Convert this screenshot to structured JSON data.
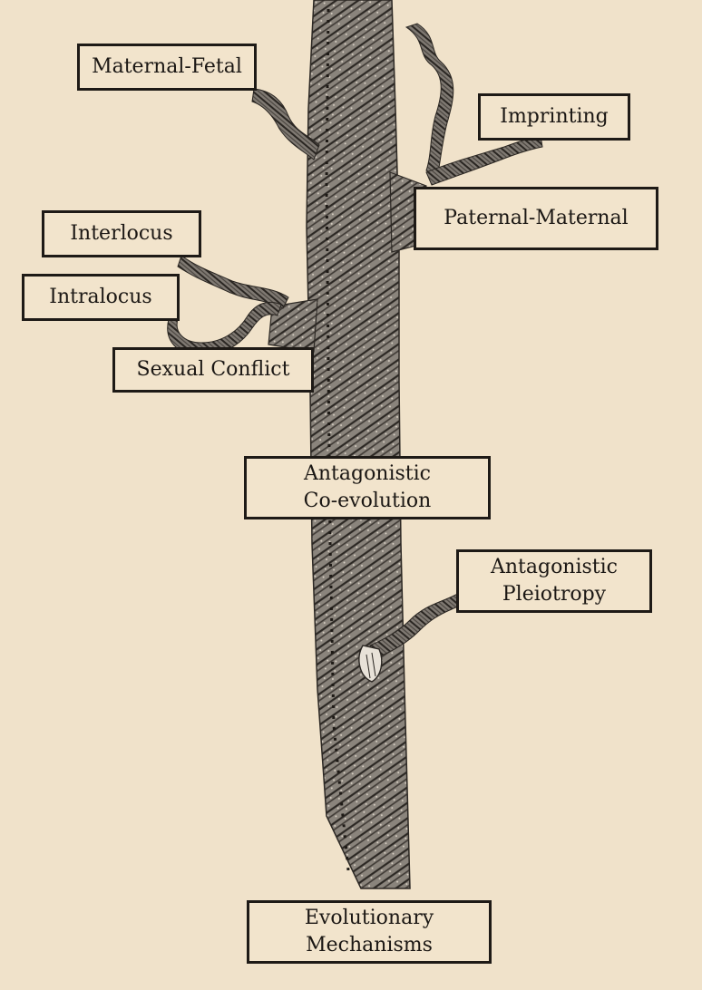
{
  "diagram": {
    "background_color": "#f0e2ca",
    "rope_color": "#4a4540",
    "labels": {
      "maternal_fetal": "Maternal-Fetal",
      "imprinting": "Imprinting",
      "paternal_maternal": "Paternal-Maternal",
      "interlocus": "Interlocus",
      "intralocus": "Intralocus",
      "sexual_conflict": "Sexual Conflict",
      "antagonistic_coevolution": [
        "Antagonistic",
        "Co-evolution"
      ],
      "antagonistic_pleiotropy": [
        "Antagonistic",
        "Pleiotropy"
      ],
      "evolutionary_mechanisms": [
        "Evolutionary",
        "Mechanisms"
      ]
    }
  }
}
